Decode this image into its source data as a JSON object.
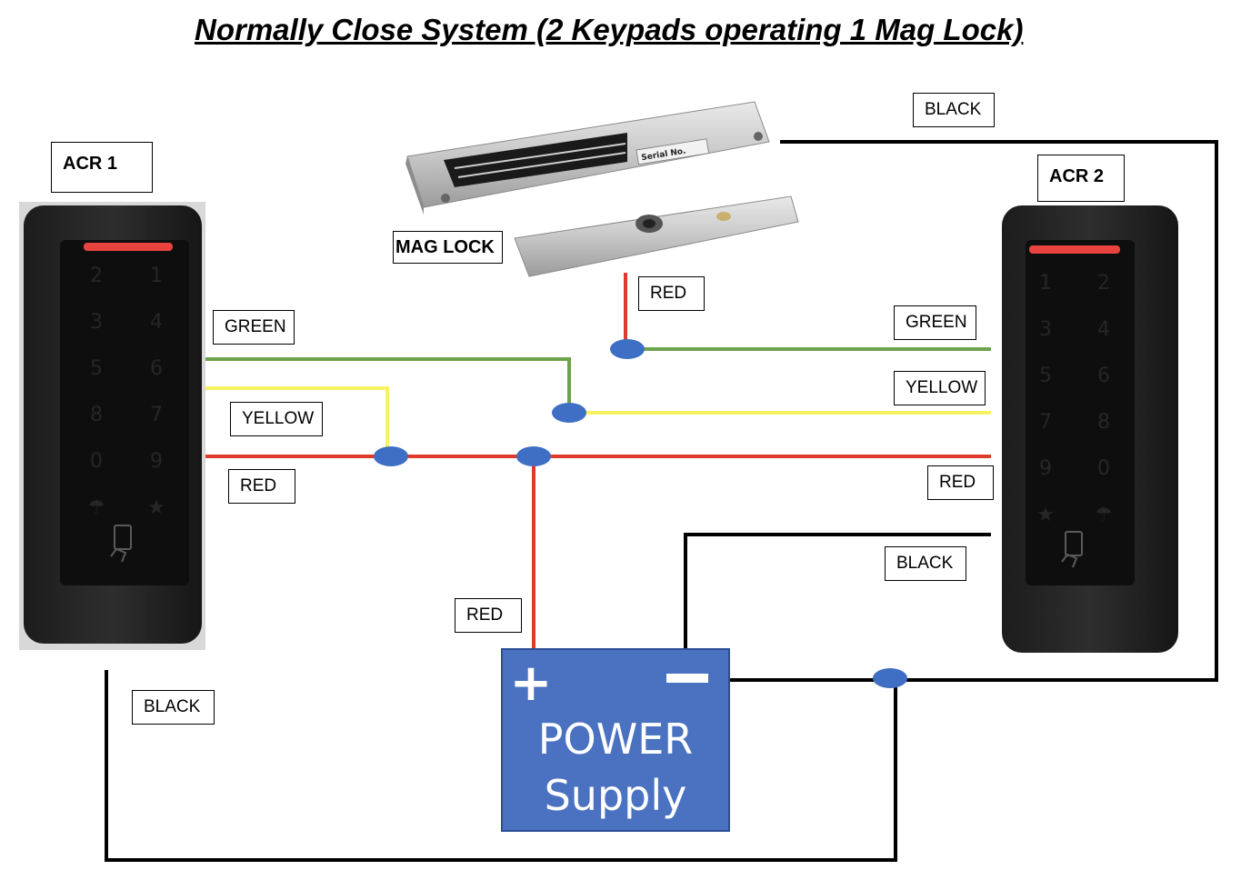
{
  "title": "Normally Close System (2 Keypads operating 1 Mag Lock)",
  "labels": {
    "acr1": "ACR 1",
    "acr2": "ACR 2",
    "mag_lock": "MAG LOCK",
    "black_top": "BLACK",
    "red_mag": "RED",
    "green_left": "GREEN",
    "green_right": "GREEN",
    "yellow_left": "YELLOW",
    "yellow_right": "YELLOW",
    "red_left": "RED",
    "red_right": "RED",
    "red_psu": "RED",
    "black_right": "BLACK",
    "black_left": "BLACK"
  },
  "keypad_left": {
    "digits": [
      "2",
      "1",
      "3",
      "4",
      "5",
      "6",
      "8",
      "7",
      "0",
      "9",
      "☂",
      "★"
    ]
  },
  "keypad_right": {
    "digits": [
      "1",
      "2",
      "3",
      "4",
      "5",
      "6",
      "7",
      "8",
      "9",
      "0",
      "★",
      "☂"
    ]
  },
  "mag_lock": {
    "plate_text": "Serial No."
  },
  "power_supply": {
    "plus": "+",
    "minus": "−",
    "line1": "POWER",
    "line2": "Supply",
    "fill": "#4a72c0"
  },
  "colors": {
    "red": "#e03a2a",
    "green": "#6da34d",
    "yellow": "#f7f261",
    "black": "#000000",
    "junction": "#3f6fc4"
  }
}
